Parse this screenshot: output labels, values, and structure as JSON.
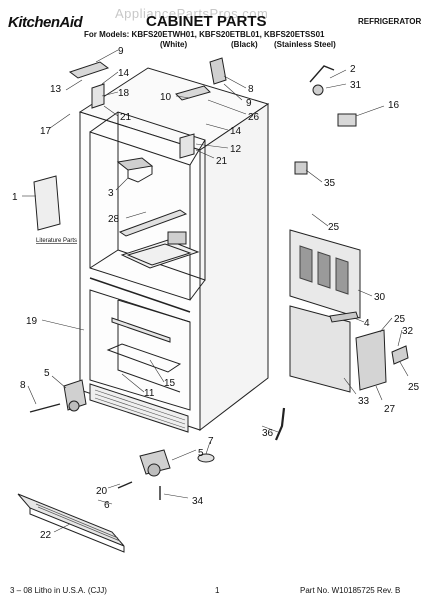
{
  "header": {
    "brand": "KitchenAid",
    "watermark": "AppliancePartsPros.com",
    "title": "CABINET PARTS",
    "category": "REFRIGERATOR",
    "models_line": "For Models: KBFS20ETWH01, KBFS20ETBL01, KBFS20ETSS01",
    "variants": [
      "(White)",
      "(Black)",
      "(Stainless Steel)"
    ]
  },
  "diagram": {
    "literature_label": "Literature Parts",
    "callouts": [
      "9",
      "14",
      "13",
      "18",
      "17",
      "21",
      "2",
      "31",
      "8",
      "10",
      "9",
      "26",
      "16",
      "14",
      "12",
      "21",
      "1",
      "3",
      "35",
      "28",
      "25",
      "30",
      "19",
      "4",
      "25",
      "32",
      "5",
      "15",
      "8",
      "11",
      "33",
      "27",
      "25",
      "5",
      "36",
      "7",
      "20",
      "6",
      "34",
      "22"
    ]
  },
  "footer": {
    "left": "3 – 08 Litho in U.S.A. (CJJ)",
    "page": "1",
    "part_number": "Part No. W10185725 Rev. B"
  }
}
